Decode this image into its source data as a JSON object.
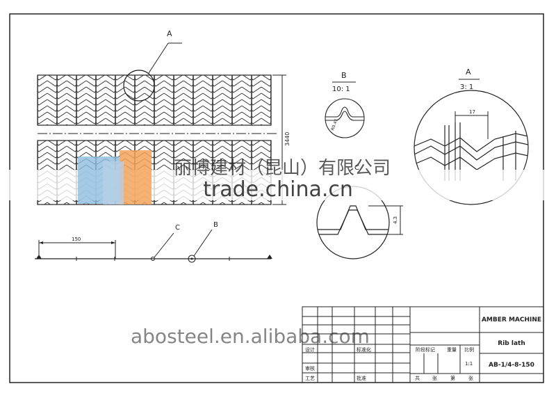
{
  "drawing": {
    "detail_a_label": "A",
    "detail_b_label": "B",
    "detail_c_label": "C",
    "dimension_height": "3440",
    "dimension_pitch": "150",
    "view_b": {
      "title": "B",
      "scale": "10: 1",
      "radius": "R0.41"
    },
    "view_a": {
      "title": "A",
      "scale": "3: 1",
      "dim": "17"
    },
    "view_c": {
      "title": "C",
      "dim": "4.3"
    }
  },
  "watermarks": {
    "company_cn": "丽博建材（昆山）有限公司",
    "trade": "trade.china.cn",
    "abosteel": "abosteel.en.alibaba.com"
  },
  "title_block": {
    "company": "AMBER MACHINE",
    "part_name": "Rib lath",
    "part_no": "AB-1/4-8-150",
    "scale_label": "比例",
    "scale_value": "1:1",
    "weight_label": "重量",
    "stage_label": "阶段标记",
    "design_label": "设计",
    "standard_label": "标准化",
    "review_label": "审核",
    "process_label": "工艺",
    "approve_label": "批准",
    "sheet_total": "共",
    "sheet_zhang": "张",
    "sheet_di": "第",
    "sheet_zhang2": "张"
  }
}
